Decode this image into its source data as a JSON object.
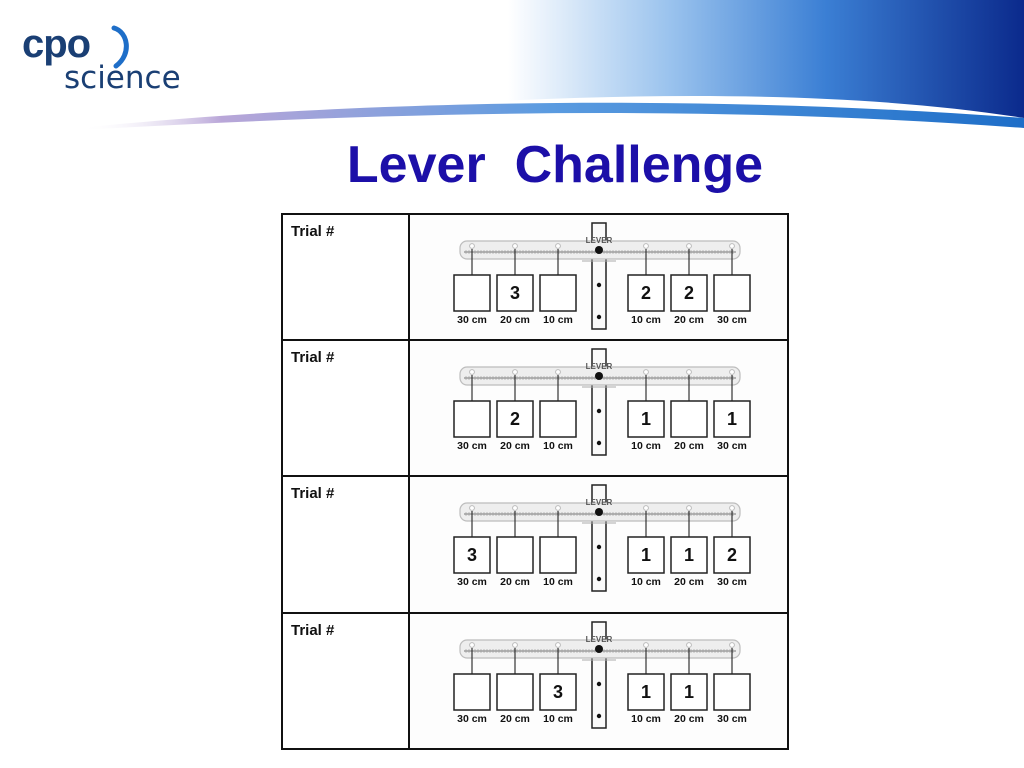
{
  "logo": {
    "line1": "cpo",
    "line2": "science"
  },
  "title": "Lever  Challenge",
  "colors": {
    "title": "#1c0fa8",
    "logo": "#1a3f74",
    "band": "#1e6ec8"
  },
  "lever_brand": "LEVER",
  "position_labels": [
    "30 cm",
    "20 cm",
    "10 cm",
    "10 cm",
    "20 cm",
    "30 cm"
  ],
  "trials": [
    {
      "label": "Trial #",
      "weights": [
        "",
        "3",
        "",
        "2",
        "2",
        ""
      ]
    },
    {
      "label": "Trial #",
      "weights": [
        "",
        "2",
        "",
        "1",
        "",
        "1"
      ]
    },
    {
      "label": "Trial #",
      "weights": [
        "3",
        "",
        "",
        "1",
        "1",
        "2"
      ]
    },
    {
      "label": "Trial #",
      "weights": [
        "",
        "",
        "3",
        "1",
        "1",
        ""
      ]
    }
  ]
}
